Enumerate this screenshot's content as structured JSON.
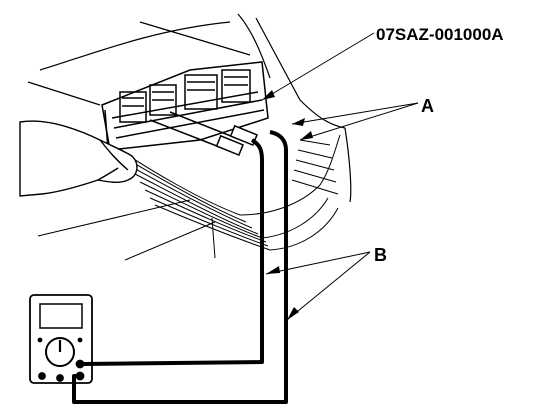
{
  "labels": {
    "part_number": "07SAZ-001000A",
    "a": "A",
    "b": "B"
  },
  "colors": {
    "line": "#000000",
    "background": "#ffffff"
  }
}
